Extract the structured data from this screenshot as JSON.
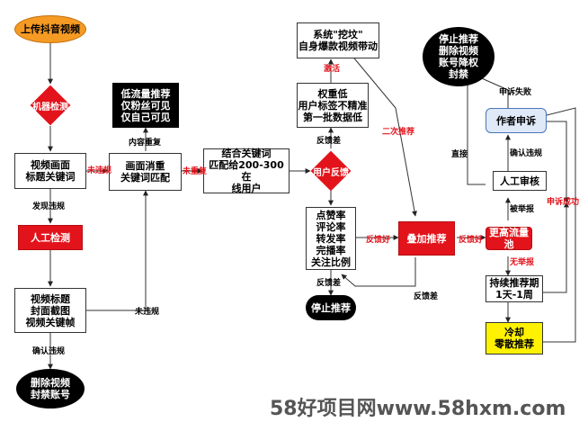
{
  "nodes": {
    "upload": "上传抖音视频",
    "machine_check": "机器检测",
    "title_keywords": "视频画面\n标题关键词",
    "manual_check_1": "人工检测",
    "frames": "视频标题\n封面截图\n视频关键帧",
    "delete_ban": "删除视频\n封禁账号",
    "dedupe": "画面消重\n关键词匹配",
    "low_traffic": "低流量推荐\n仅粉丝可见\n仅自己可见",
    "match_users": "结合关键词\n匹配给200-300在\n线用户",
    "user_feedback": "用户反馈",
    "metrics": "点赞率\n评论率\n转发率\n完播率\n关注比例",
    "stop_rec_1": "停止推荐",
    "low_weight": "权重低\n用户标签不精准\n第一批数据低",
    "dig_out": "系统\"挖坟\"\n自身爆款视频带动",
    "boost": "叠加推荐",
    "higher_pool": "更高流量池",
    "manual_review": "人工审核",
    "author_appeal": "作者申诉",
    "stop_ban": "停止推荐\n删除视频\n账号降权\n封禁",
    "continue_period": "持续推荐期\n1天-1周",
    "cold": "冷却\n零散推荐"
  },
  "labels": {
    "no_violation_1": "未违规",
    "found_violation": "发现违规",
    "confirmed_violation_1": "确认违规",
    "no_violation_2": "未违规",
    "duplicate": "内容重复",
    "no_duplicate": "未重复",
    "bad_feedback_1": "反馈差",
    "activate": "激活",
    "good_feedback_1": "反馈好",
    "bad_feedback_2": "反馈差",
    "second_rec": "二次推荐",
    "good_feedback_2": "反馈好",
    "bad_feedback_3": "反馈差",
    "reported": "被举报",
    "not_reported": "无举报",
    "confirmed_violation_2": "确认违规",
    "direct": "直接",
    "appeal_fail": "申诉失败",
    "appeal_success": "申诉成功"
  },
  "watermark": "58好项目网www.58hxm.com",
  "colors": {
    "red": "#e3131b",
    "orange": "#f59a23",
    "yellow": "#fff200",
    "blue_border": "#4a76b8",
    "black": "#000000"
  }
}
